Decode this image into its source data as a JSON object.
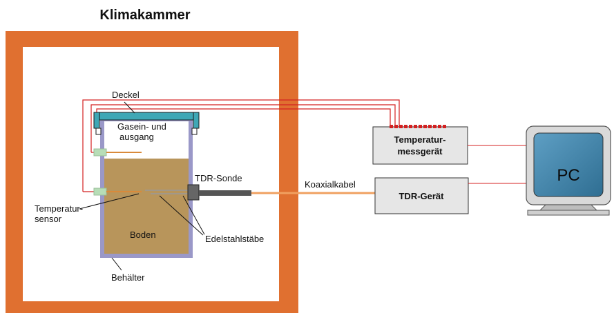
{
  "title": "Klimakammer",
  "labels": {
    "deckel": "Deckel",
    "gas_line1": "Gasein- und",
    "gas_line2": "ausgang",
    "tdr_sonde": "TDR-Sonde",
    "temp_sensor_line1": "Temperatur-",
    "temp_sensor_line2": "sensor",
    "boden": "Boden",
    "edelstahl": "Edelstahlstäbe",
    "behaelter": "Behälter",
    "koaxialkabel": "Koaxialkabel"
  },
  "devices": {
    "temp_geraet_line1": "Temperatur-",
    "temp_geraet_line2": "messgerät",
    "tdr_geraet": "TDR-Gerät",
    "pc": "PC"
  },
  "colors": {
    "chamber": "#E07030",
    "lid": "#3FA7B5",
    "soil": "#B8955B",
    "container": "#9A98C8",
    "wire": "#D42020",
    "coax": "#F0A060",
    "device_fill": "#E6E6E6",
    "pc_screen": "#3D7FA6",
    "probe": "#555555"
  }
}
